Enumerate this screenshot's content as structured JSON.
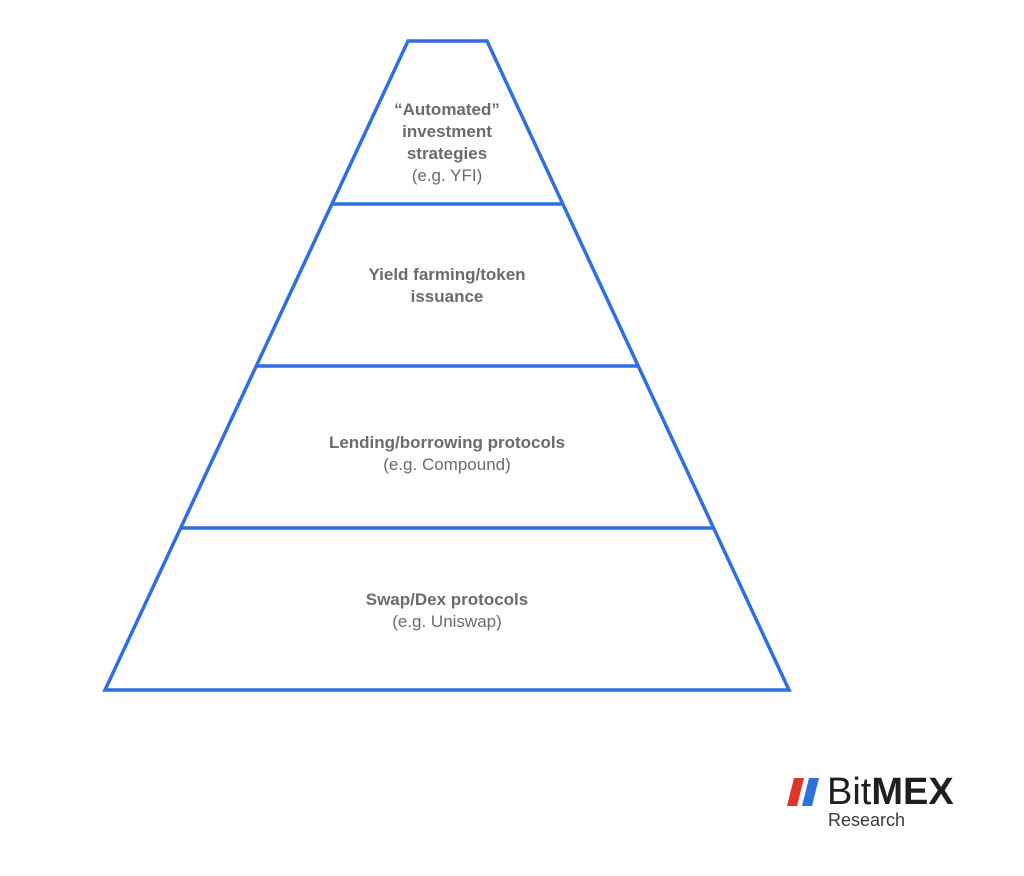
{
  "colors": {
    "outline": "#2f6fe0",
    "text": "#6b6b6b",
    "logo_red": "#e0342b",
    "logo_blue": "#2f6fe0",
    "logo_text": "#1f1f1f"
  },
  "pyramid": {
    "tiers": [
      {
        "title": "“Automated”\ninvestment\nstrategies",
        "example": "(e.g. YFI)"
      },
      {
        "title": "Yield farming/token\nissuance",
        "example": ""
      },
      {
        "title": "Lending/borrowing protocols",
        "example": "(e.g. Compound)"
      },
      {
        "title": "Swap/Dex protocols",
        "example": "(e.g. Uniswap)"
      }
    ]
  },
  "logo": {
    "word_light": "Bit",
    "word_bold": "MEX",
    "subtitle": "Research",
    "icon": "bitmex-slash-logo-icon"
  }
}
